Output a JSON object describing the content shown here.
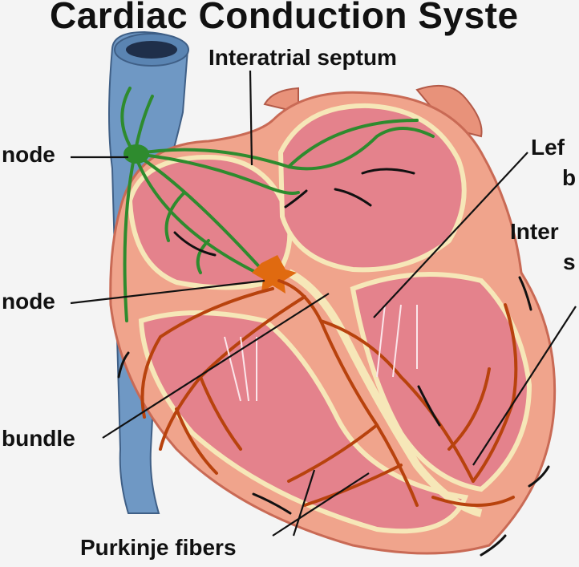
{
  "title": "Cardiac Conduction Syste",
  "labels": {
    "interatrial_septum": "Interatrial septum",
    "sa_node": "node",
    "av_node": "node",
    "bundle": "bundle",
    "purkinje_fibers": "Purkinje fibers",
    "left_bundle_line1": "Lef",
    "left_bundle_line2": "b",
    "interventricular_line1": "Inter",
    "interventricular_line2": "s"
  },
  "colors": {
    "background": "#f4f4f4",
    "vena_cava": "#6f98c4",
    "aorta": "#e8927a",
    "heart_wall": "#f0a48c",
    "chamber": "#e4828c",
    "septum_border": "#f6e7b8",
    "sa_av_pathway": "#2e8b2e",
    "purkinje": "#b8420d",
    "node": "#e06a10",
    "label_text": "#111111"
  }
}
